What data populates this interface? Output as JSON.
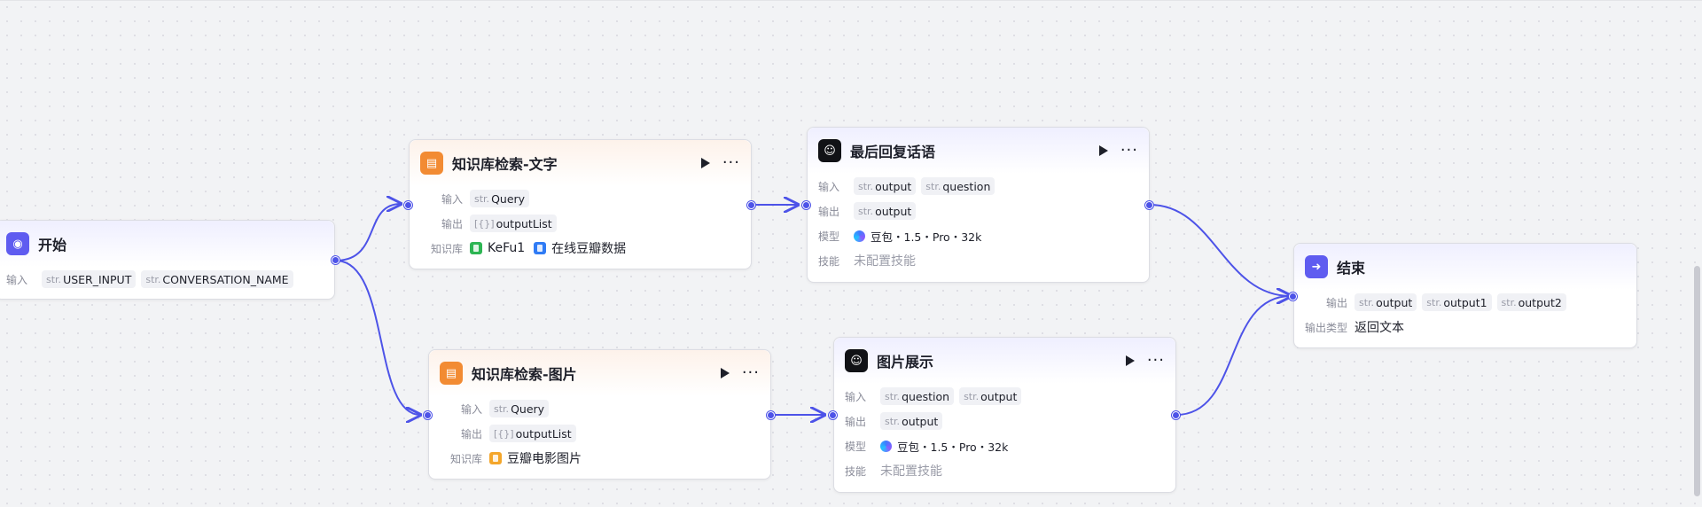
{
  "colors": {
    "edge": "#4d53e8",
    "background": "#f2f3f5",
    "kb_accent": "#f28b33",
    "llm_accent": "#111216",
    "start_end_accent": "#5f5cf0"
  },
  "nodes": {
    "start": {
      "title": "开始",
      "icon": "start-icon",
      "input_label": "输入",
      "inputs": [
        {
          "type": "str.",
          "name": "USER_INPUT"
        },
        {
          "type": "str.",
          "name": "CONVERSATION_NAME"
        }
      ]
    },
    "kb_text": {
      "title": "知识库检索-文字",
      "icon": "knowledge-retrieval-icon",
      "input_label": "输入",
      "input": {
        "type": "str.",
        "name": "Query"
      },
      "output_label": "输出",
      "output": {
        "type": "[{}]",
        "name": "outputList"
      },
      "kb_label": "知识库",
      "kbs": [
        {
          "name": "KeFu1",
          "color": "#2db553"
        },
        {
          "name": "在线豆瓣数据",
          "color": "#2f7bf5"
        }
      ]
    },
    "kb_image": {
      "title": "知识库检索-图片",
      "icon": "knowledge-retrieval-icon",
      "input_label": "输入",
      "input": {
        "type": "str.",
        "name": "Query"
      },
      "output_label": "输出",
      "output": {
        "type": "[{}]",
        "name": "outputList"
      },
      "kb_label": "知识库",
      "kbs": [
        {
          "name": "豆瓣电影图片",
          "color": "#f4a62a"
        }
      ]
    },
    "llm_reply": {
      "title": "最后回复话语",
      "icon": "llm-icon",
      "input_label": "输入",
      "inputs": [
        {
          "type": "str.",
          "name": "output"
        },
        {
          "type": "str.",
          "name": "question"
        }
      ],
      "output_label": "输出",
      "output": {
        "type": "str.",
        "name": "output"
      },
      "model_label": "模型",
      "model": "豆包・1.5・Pro・32k",
      "skill_label": "技能",
      "skill": "未配置技能"
    },
    "llm_image": {
      "title": "图片展示",
      "icon": "llm-icon",
      "input_label": "输入",
      "inputs": [
        {
          "type": "str.",
          "name": "question"
        },
        {
          "type": "str.",
          "name": "output"
        }
      ],
      "output_label": "输出",
      "output": {
        "type": "str.",
        "name": "output"
      },
      "model_label": "模型",
      "model": "豆包・1.5・Pro・32k",
      "skill_label": "技能",
      "skill": "未配置技能"
    },
    "end": {
      "title": "结束",
      "icon": "end-icon",
      "output_label": "输出",
      "outputs": [
        {
          "type": "str.",
          "name": "output"
        },
        {
          "type": "str.",
          "name": "output1"
        },
        {
          "type": "str.",
          "name": "output2"
        }
      ],
      "output_type_label": "输出类型",
      "output_type": "返回文本"
    }
  }
}
